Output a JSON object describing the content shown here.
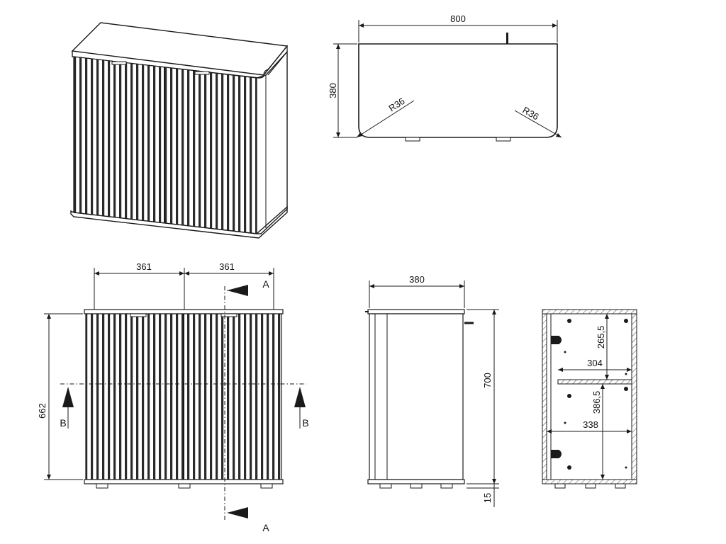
{
  "top_view": {
    "width_label": "800",
    "depth_label": "380",
    "radius_left": "R36",
    "radius_right": "R36"
  },
  "front_view": {
    "door_left_label": "361",
    "door_right_label": "361",
    "height_label": "662",
    "section_a_top": "A",
    "section_a_bottom": "A",
    "section_b_left": "B",
    "section_b_right": "B"
  },
  "side_view": {
    "depth_label": "380",
    "height_label": "700",
    "foot_label": "15"
  },
  "section_view": {
    "upper_height_label": "265,5",
    "upper_depth_label": "304",
    "lower_height_label": "386,5",
    "lower_depth_label": "338"
  }
}
